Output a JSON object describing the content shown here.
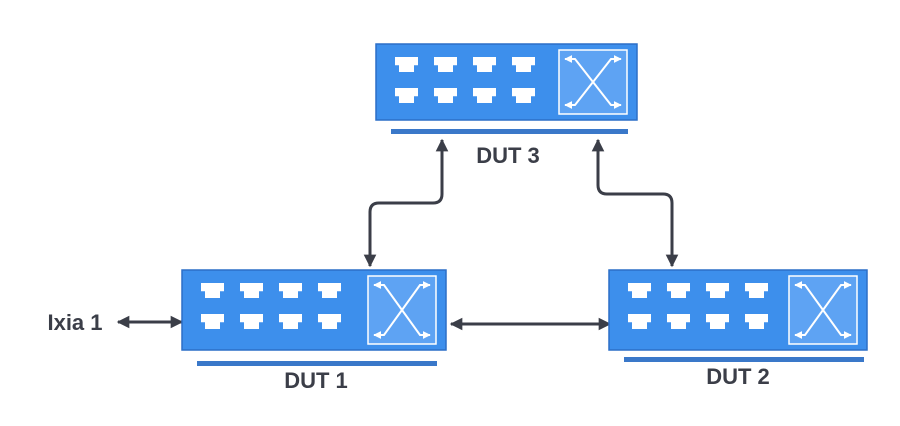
{
  "labels": {
    "dut1": "DUT 1",
    "dut2": "DUT 2",
    "dut3": "DUT 3",
    "ixia": "Ixia 1"
  },
  "colors": {
    "switch_body": "#3d8fec",
    "switch_border": "#2c6fc7",
    "base_bar": "#3a78c9",
    "port": "#ffffff",
    "cross_panel": "#5ea3f3",
    "link": "#3b3e48",
    "text": "#3b3e48"
  },
  "icons": {
    "switch": "network-switch-icon",
    "ports": "ethernet-port-icon",
    "crossbar": "crossbar-switch-icon"
  }
}
